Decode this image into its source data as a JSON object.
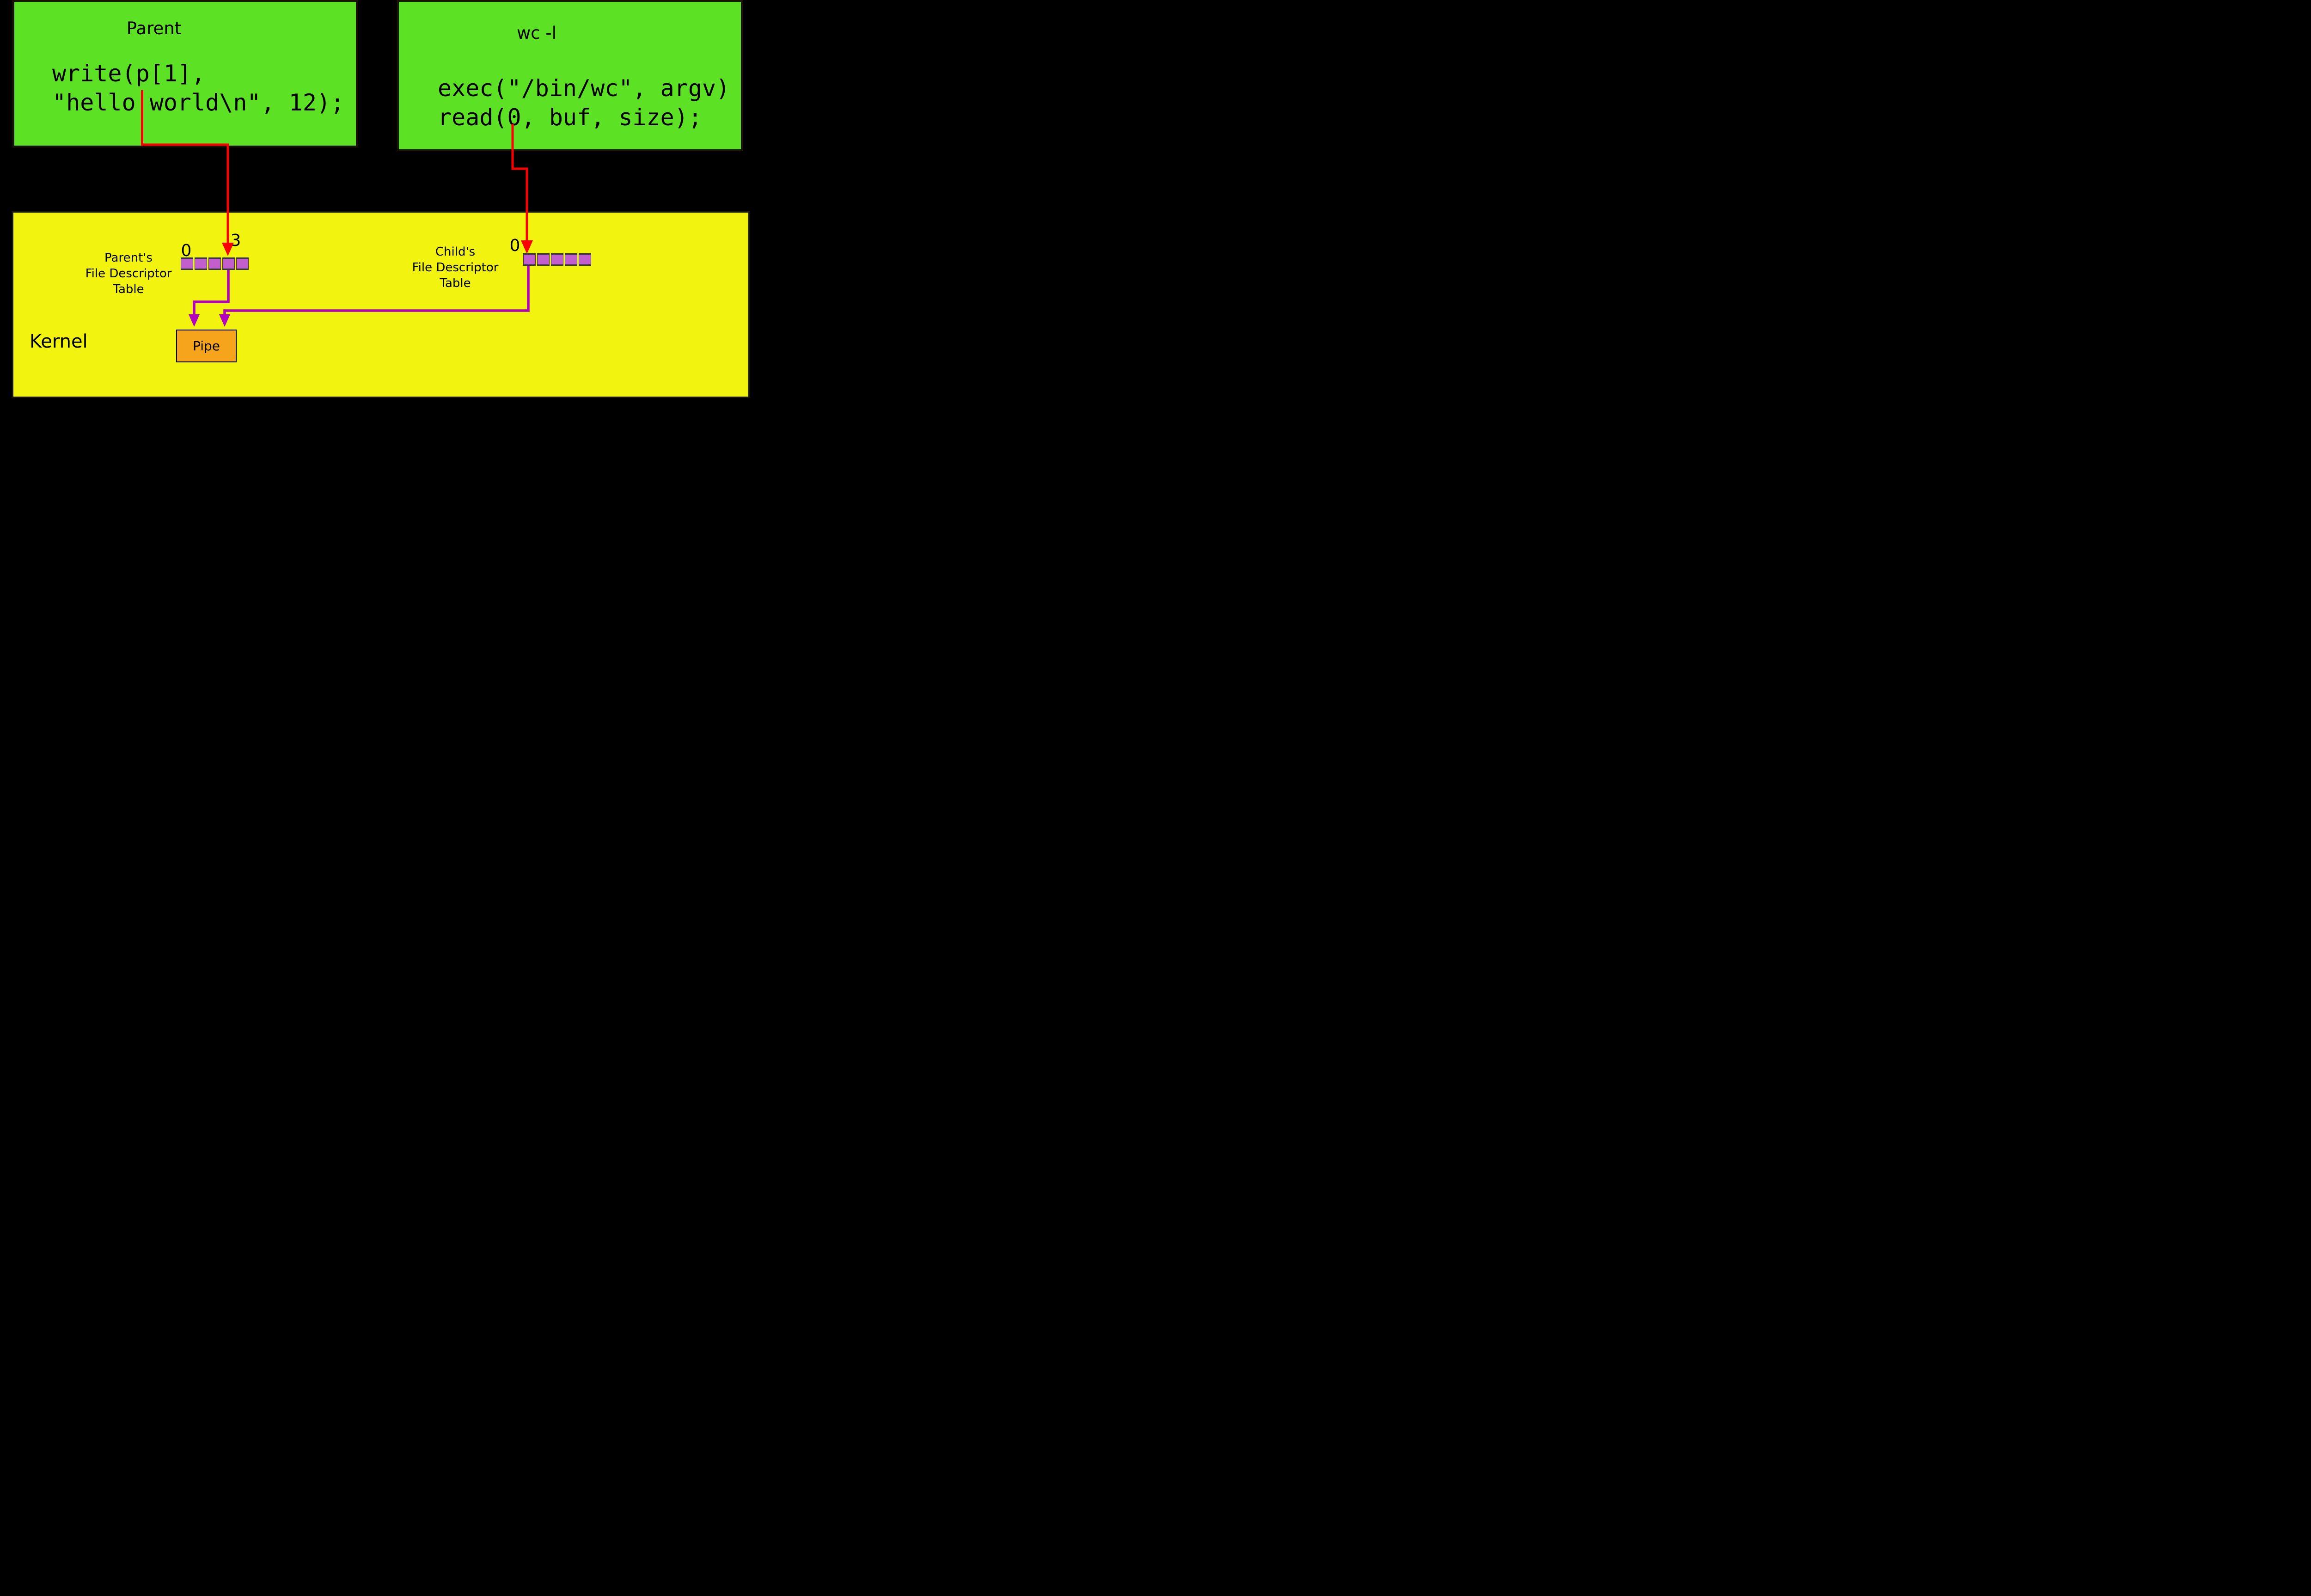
{
  "colors": {
    "background": "#000000",
    "process_green": "#5CE125",
    "process_border": "#191300",
    "kernel_yellow": "#F3F310",
    "kernel_border": "#191900",
    "fd_cell_purple": "#C35FCD",
    "fd_cell_border": "#343744",
    "pipe_orange": "#F6A41B",
    "pipe_border": "#000000",
    "arrow_red": "#FB0000",
    "arrow_magenta": "#B400C0",
    "text": "#000000"
  },
  "parent_process": {
    "title": "Parent",
    "code_line1": "write(p[1],",
    "code_line2": "\"hello world\\n\", 12);"
  },
  "child_process": {
    "title": "wc -l",
    "code_line1": "exec(\"/bin/wc\", argv)",
    "code_line2": "read(0, buf, size);"
  },
  "kernel": {
    "label": "Kernel",
    "pipe": {
      "label": "Pipe"
    },
    "parent_fd_table": {
      "label_lines": [
        "Parent's",
        "File Descriptor",
        "Table"
      ],
      "cell_count": 5,
      "index_left": "0",
      "index_arrow": "3"
    },
    "child_fd_table": {
      "label_lines": [
        "Child's",
        "File Descriptor",
        "Table"
      ],
      "cell_count": 5,
      "index_left": "0"
    }
  }
}
